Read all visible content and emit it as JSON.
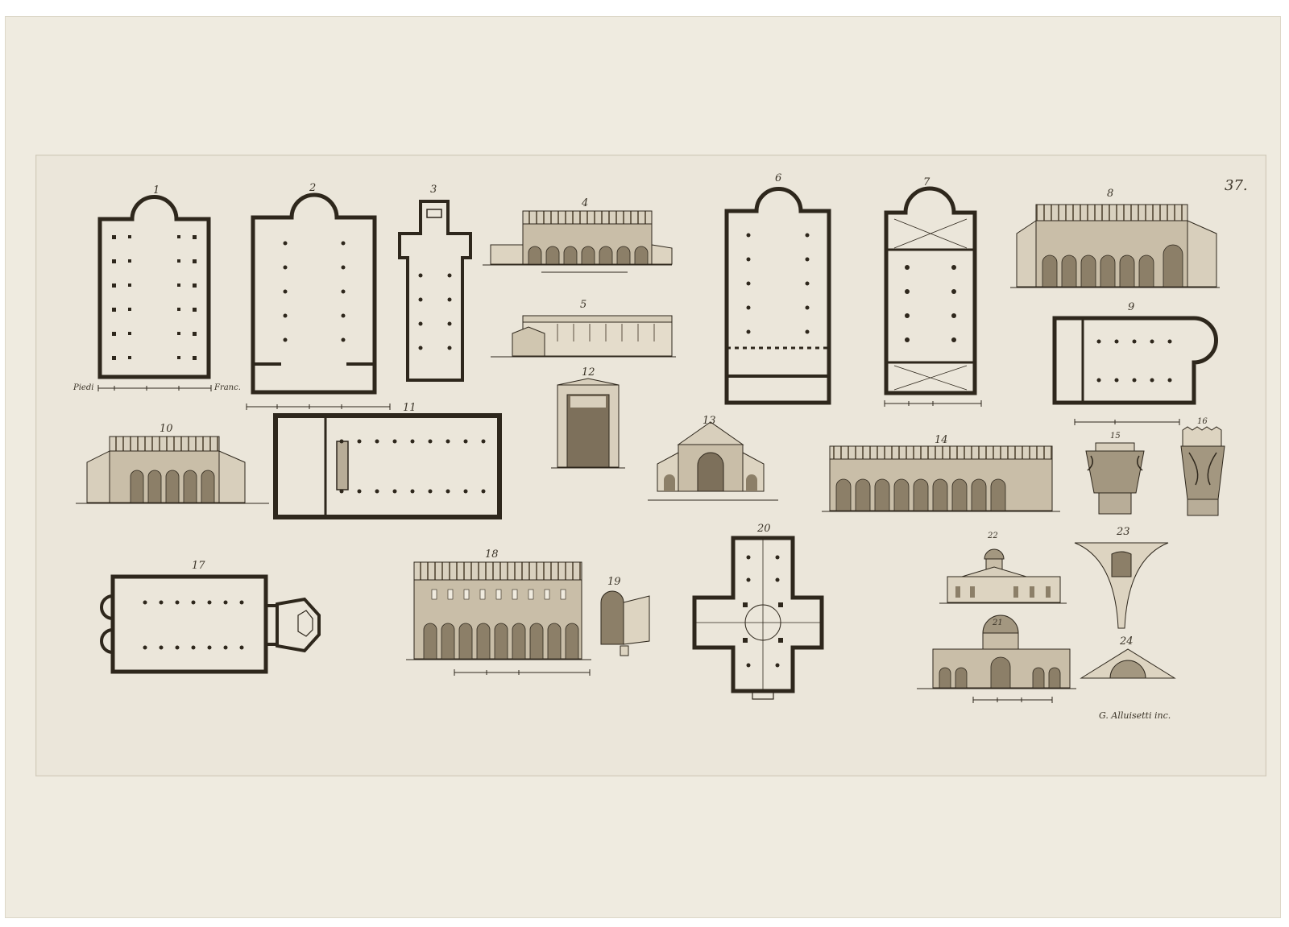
{
  "plate": {
    "page_number": "37.",
    "engraver_credit": "G. Alluisetti inc.",
    "scale_label_left": "Piedi",
    "scale_label_right": "Franc."
  },
  "figures": [
    "1",
    "2",
    "3",
    "4",
    "5",
    "6",
    "7",
    "8",
    "9",
    "10",
    "11",
    "12",
    "13",
    "14",
    "15",
    "16",
    "17",
    "18",
    "19",
    "20",
    "21",
    "22",
    "23",
    "24"
  ],
  "colors": {
    "paper": "#efebe0",
    "plate": "#ebe6da",
    "ink": "#2e271c",
    "wash": "#8c7f68",
    "wash_light": "#c9bea8"
  }
}
